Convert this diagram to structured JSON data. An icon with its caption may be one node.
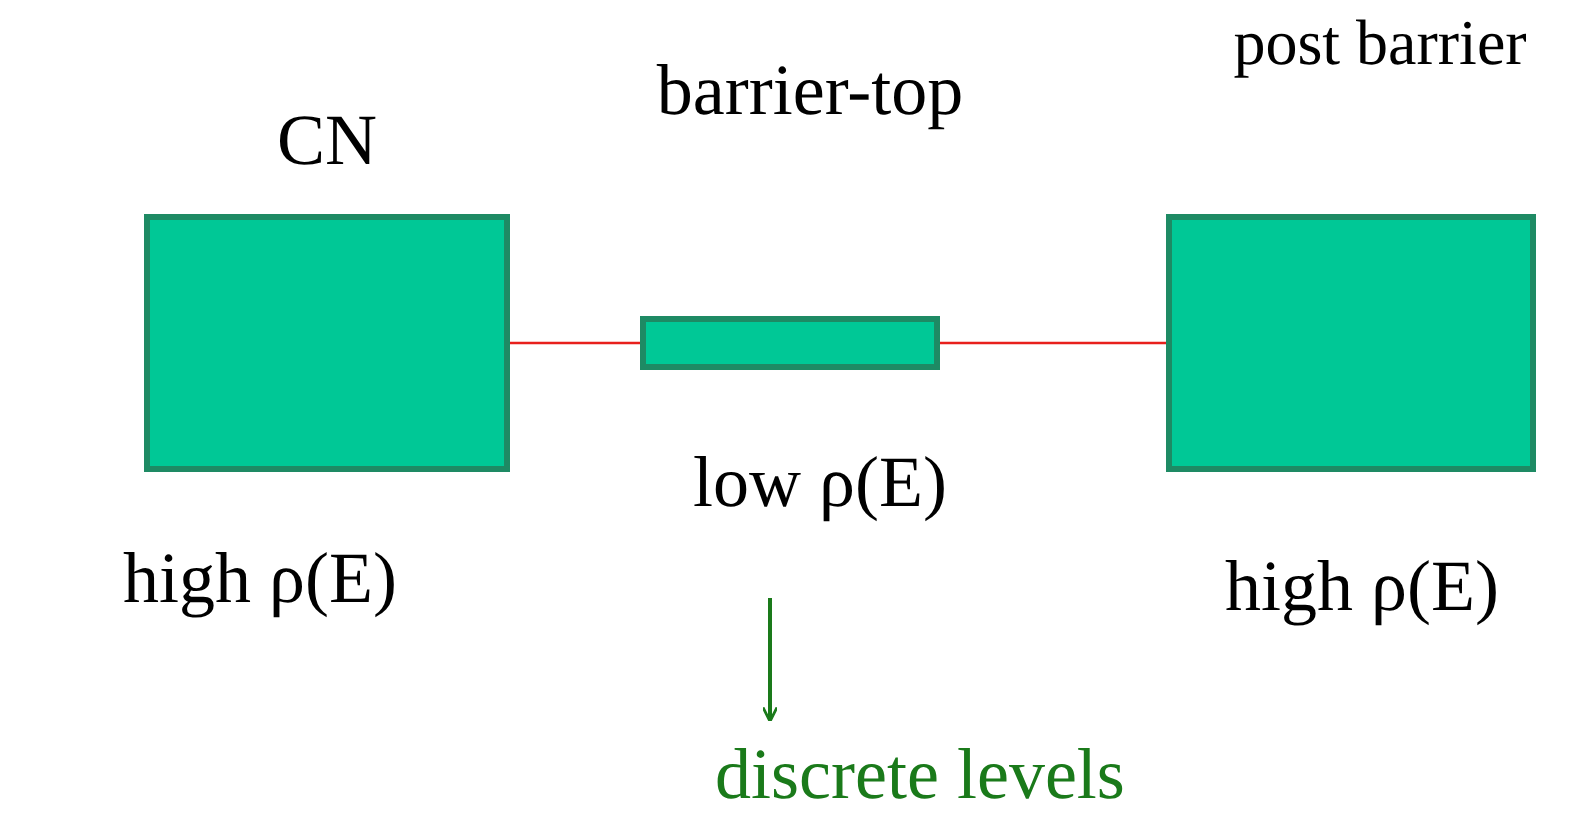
{
  "diagram": {
    "nodes": [
      {
        "text": [
          "CN"
        ],
        "beside": [
          "high ρ(E)"
        ]
      },
      {
        "text": [
          "barrier-top"
        ],
        "beside": [
          "low ρ(E)"
        ]
      },
      {
        "text": [
          "post barrier"
        ],
        "beside": [
          "high ρ(E)"
        ]
      },
      {
        "text": [
          "discrete levels"
        ]
      }
    ],
    "edges": [
      {
        "from": 0,
        "to": 1,
        "arrow": "none",
        "color": "#e8201c"
      },
      {
        "from": 1,
        "to": 2,
        "arrow": "none",
        "color": "#e8201c"
      },
      {
        "from": 1,
        "to": 3,
        "arrow": "to",
        "color": "#1a7a1a"
      }
    ]
  }
}
